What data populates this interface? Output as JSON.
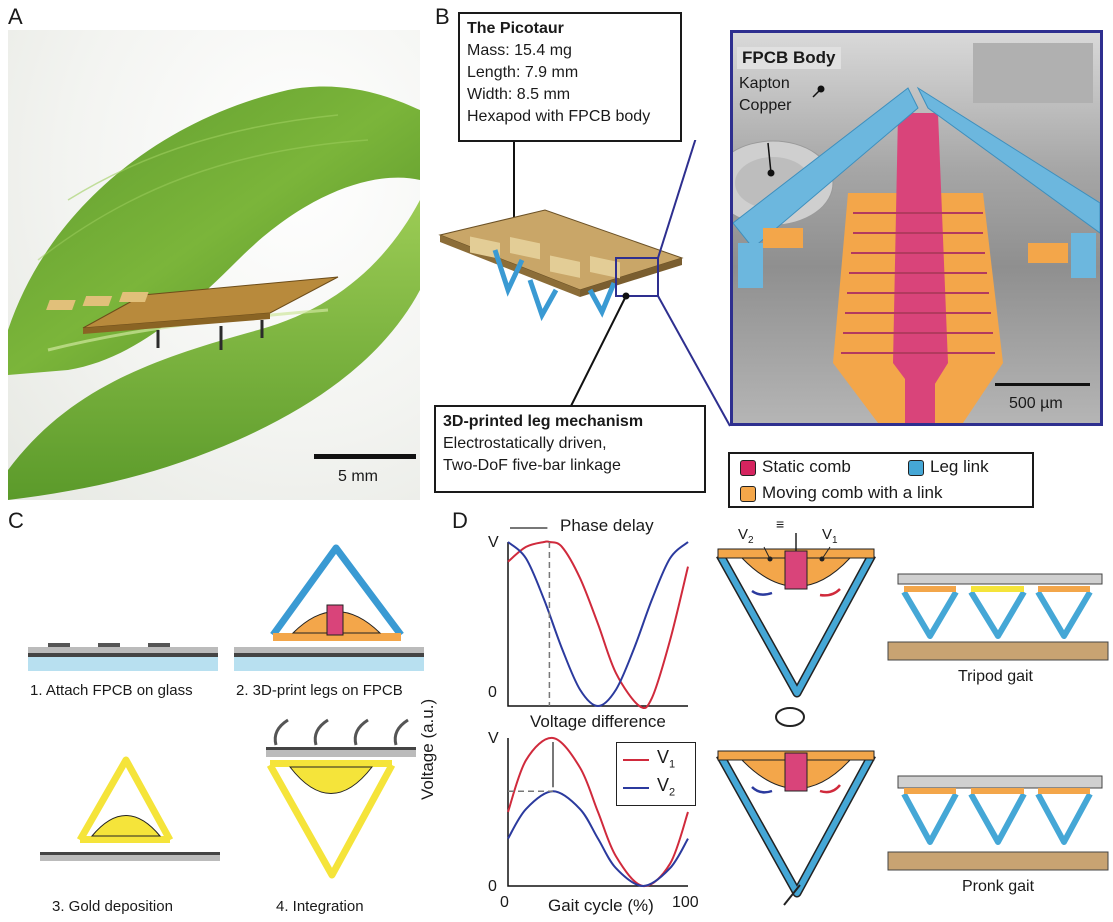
{
  "panels": {
    "a": "A",
    "b": "B",
    "c": "C",
    "d": "D"
  },
  "panel_a": {
    "scale_label": "5 mm"
  },
  "panel_b": {
    "spec_title": "The Picotaur",
    "spec_lines": [
      "Mass: 15.4 mg",
      "Length: 7.9 mm",
      "Width: 8.5 mm",
      "Hexapod with FPCB body"
    ],
    "leg_title": "3D-printed leg mechanism",
    "leg_lines": [
      "Electrostatically driven,",
      "Two-DoF five-bar linkage"
    ],
    "sem_label": "FPCB Body",
    "sem_sublabels": [
      "Kapton",
      "Copper"
    ],
    "sem_scale": "500 µm",
    "legend": [
      {
        "label": "Static comb",
        "color": "#d5245f"
      },
      {
        "label": "Leg link",
        "color": "#45a7d6"
      },
      {
        "label": "Moving comb with a link",
        "color": "#f5a74a"
      }
    ]
  },
  "panel_c": {
    "steps": [
      "1. Attach FPCB on glass",
      "2. 3D-print legs on FPCB",
      "3. Gold deposition",
      "4. Integration"
    ]
  },
  "panel_d": {
    "top_title": "Phase delay",
    "bottom_title": "Voltage difference",
    "ylabel": "Voltage (a.u.)",
    "xlabel": "Gait cycle (%)",
    "ytick_top": "V",
    "ytick_bottom": "0",
    "xtick_left": "0",
    "xtick_right": "100",
    "legend_v1": "V",
    "legend_v2": "V",
    "v_label_left": "V",
    "v_label_right": "V",
    "ground_symbol": "≡",
    "gait_top": "Tripod gait",
    "gait_bottom": "Pronk gait",
    "colors": {
      "v1": "#d02a3c",
      "v2": "#2b3a9e"
    }
  },
  "chart_data": [
    {
      "type": "line",
      "title": "Phase delay",
      "xlabel": "",
      "ylabel": "Voltage (a.u.)",
      "xlim": [
        0,
        100
      ],
      "ylim": [
        0,
        1
      ],
      "series": [
        {
          "name": "V1",
          "x": [
            0,
            10,
            20,
            23,
            30,
            40,
            50,
            60,
            73,
            80,
            90,
            100
          ],
          "values": [
            0.88,
            0.97,
            1.0,
            1.0,
            0.97,
            0.78,
            0.5,
            0.2,
            0.0,
            0.05,
            0.4,
            0.85
          ]
        },
        {
          "name": "V2",
          "x": [
            0,
            10,
            20,
            30,
            40,
            50,
            60,
            70,
            80,
            90,
            100
          ],
          "values": [
            1.0,
            0.9,
            0.65,
            0.35,
            0.1,
            0.0,
            0.1,
            0.35,
            0.65,
            0.9,
            1.0
          ]
        }
      ]
    },
    {
      "type": "line",
      "title": "Voltage difference",
      "xlabel": "Gait cycle (%)",
      "ylabel": "Voltage (a.u.)",
      "xlim": [
        0,
        100
      ],
      "ylim": [
        0,
        1
      ],
      "series": [
        {
          "name": "V1",
          "x": [
            0,
            10,
            25,
            40,
            50,
            60,
            75,
            90,
            100
          ],
          "values": [
            0.5,
            0.85,
            1.0,
            0.8,
            0.5,
            0.2,
            0.0,
            0.15,
            0.5
          ]
        },
        {
          "name": "V2",
          "x": [
            0,
            10,
            25,
            40,
            50,
            60,
            75,
            90,
            100
          ],
          "values": [
            0.32,
            0.52,
            0.64,
            0.52,
            0.32,
            0.12,
            0.0,
            0.12,
            0.32
          ]
        }
      ]
    }
  ]
}
